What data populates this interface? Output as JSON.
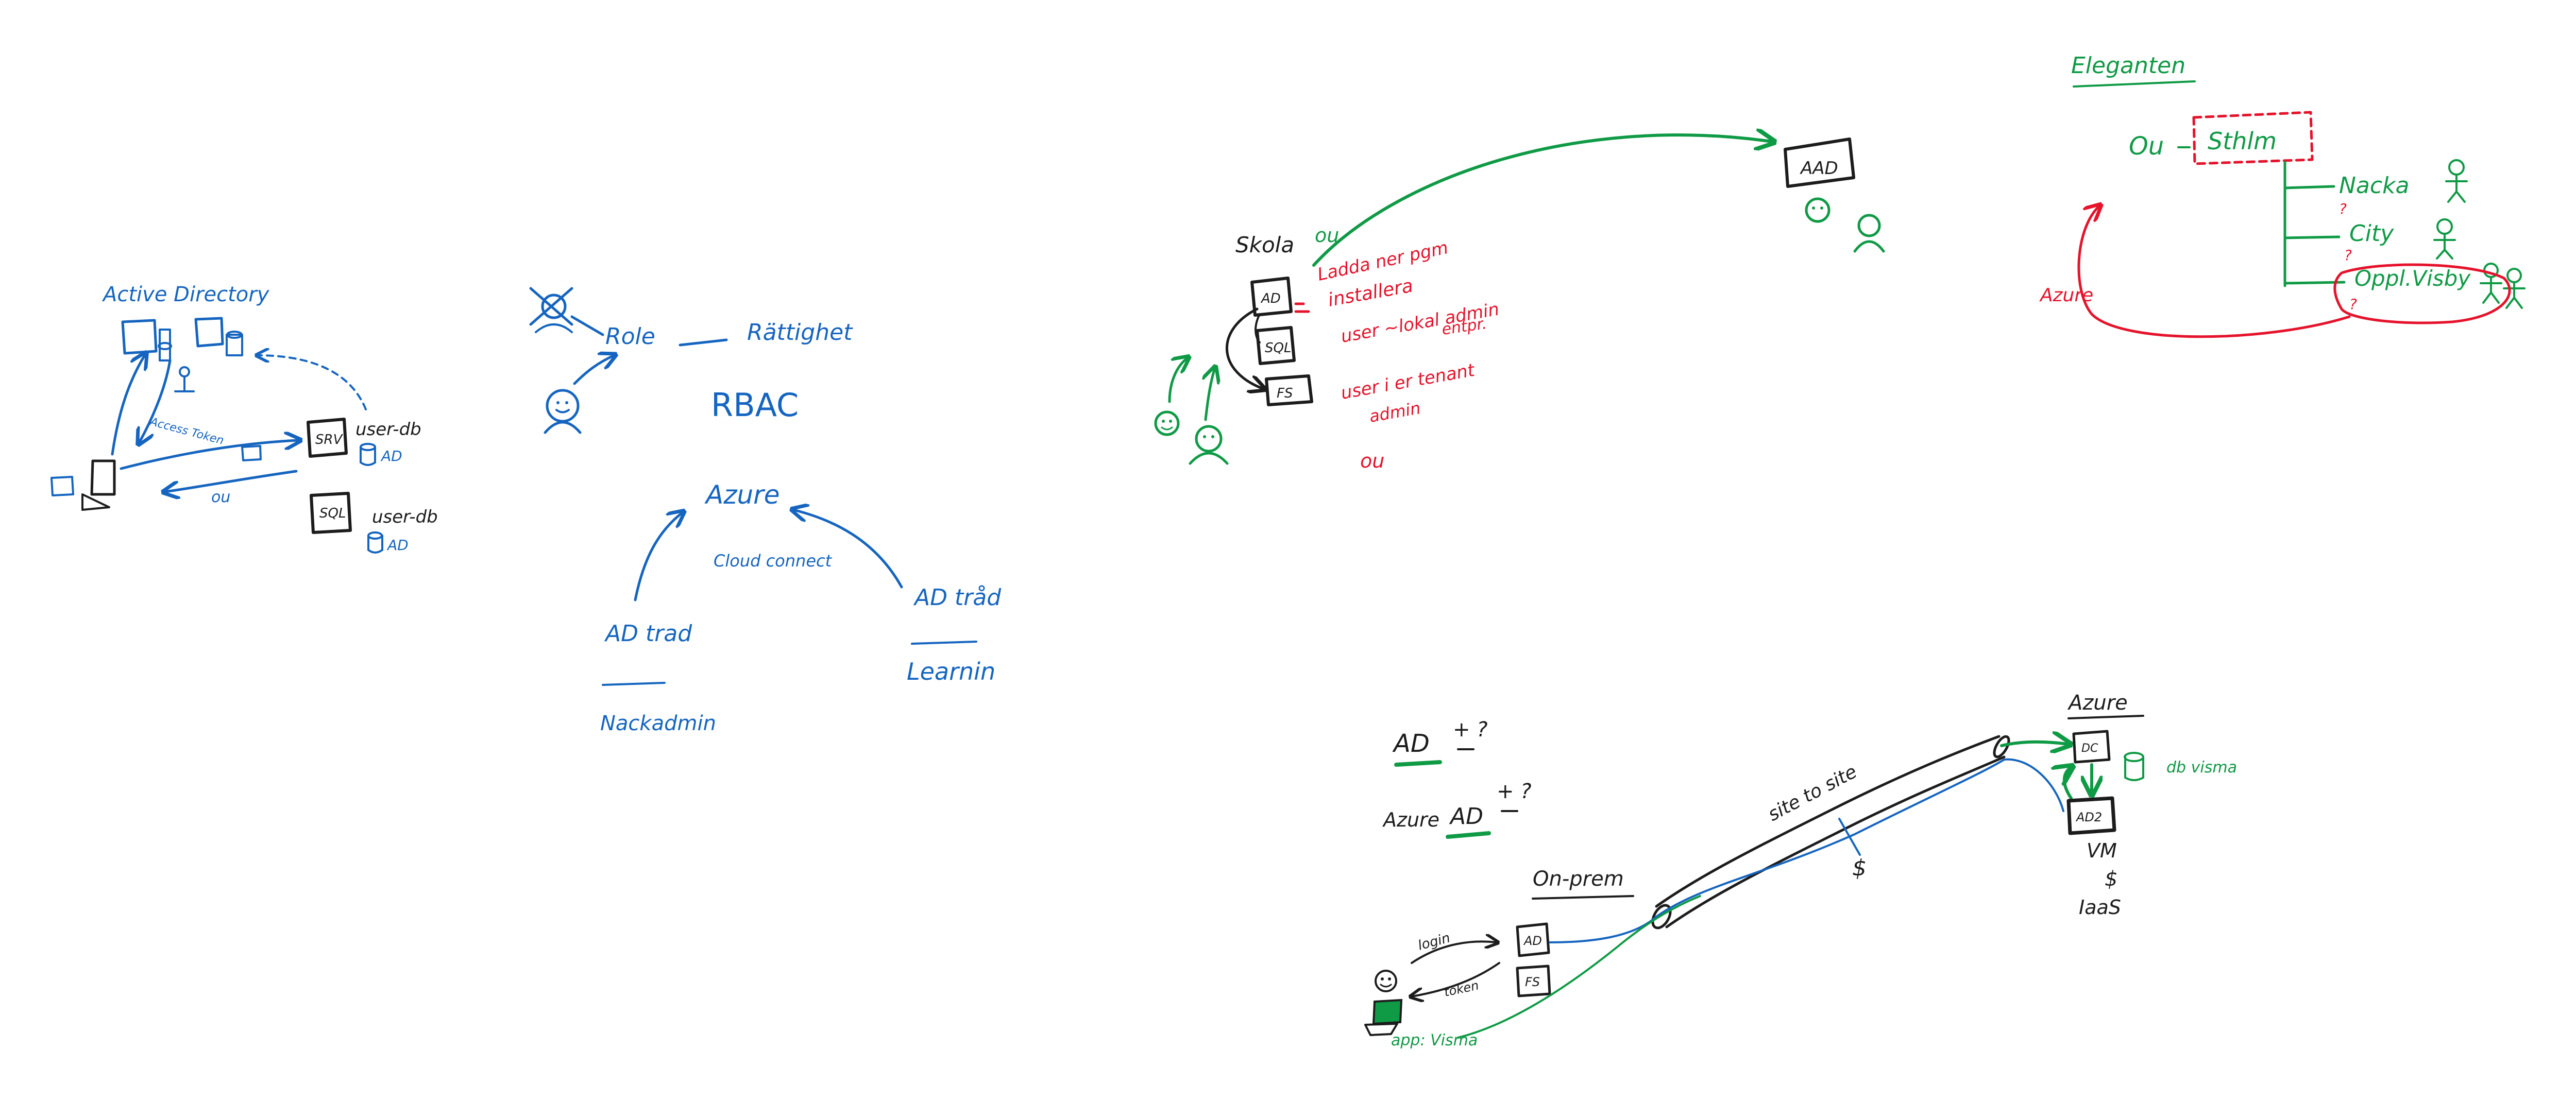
{
  "colors": {
    "blue": "#1565c0",
    "green": "#0f9a45",
    "red": "#e5132b",
    "black": "#1c1c1c"
  },
  "ad_section": {
    "title": "Active Directory",
    "access_token": "Access Token",
    "ou": "ou",
    "srv": "SRV",
    "userdb_1": "user-db",
    "ad_1": "AD",
    "sql": "SQL",
    "userdb_2": "user-db",
    "ad_2": "AD"
  },
  "rbac_section": {
    "role": "Role",
    "rattighet": "Rättighet",
    "rbac": "RBAC",
    "azure": "Azure",
    "cloud_connect": "Cloud connect",
    "ad_trad_left": "AD trad",
    "nackadmin": "Nackadmin",
    "ad_trad_right": "AD tråd",
    "learnin": "Learnin"
  },
  "school_section": {
    "skola": "Skola",
    "ou": "ou",
    "aad": "AAD",
    "ad": "AD",
    "sql": "SQL",
    "fs": "FS",
    "notes": [
      "Ladda ner pgm",
      "installera",
      "user ~lokal admin",
      "entpr.",
      "user i er tenant",
      "admin",
      "ou"
    ]
  },
  "elegant_section": {
    "title": "Eleganten",
    "ou": "Ou",
    "sthlm": "Sthlm",
    "branches": [
      "Nacka",
      "City",
      "Oppl.Visby"
    ],
    "q": "?",
    "azure": "Azure"
  },
  "hybrid_section": {
    "ad": "AD",
    "ad_pm": "+ ?",
    "azure": "Azure",
    "azure_ad": "AD",
    "azure_ad_pm": "+ ?",
    "onprem": "On-prem",
    "login": "login",
    "token": "token",
    "ad_box": "AD",
    "fs_box": "FS",
    "app": "app: Visma",
    "site_to_site": "site to site",
    "dollar_tunnel": "$",
    "azure_title": "Azure",
    "dc_box": "DC",
    "ad2_box": "AD2",
    "db_visma": "db visma",
    "vm": "VM",
    "dollar": "$",
    "iaas": "IaaS"
  }
}
